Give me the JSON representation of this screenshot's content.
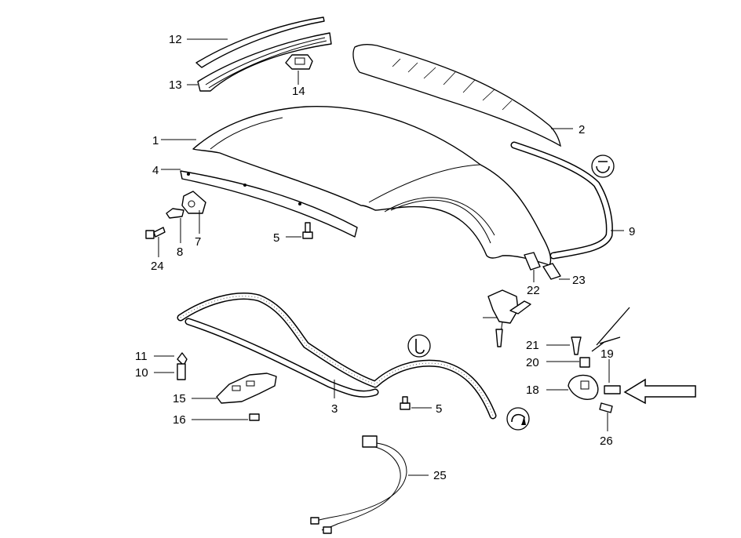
{
  "callouts": [
    {
      "id": "c12",
      "text": "12"
    },
    {
      "id": "c13",
      "text": "13"
    },
    {
      "id": "c14",
      "text": "14"
    },
    {
      "id": "c1",
      "text": "1"
    },
    {
      "id": "c2",
      "text": "2"
    },
    {
      "id": "c4",
      "text": "4"
    },
    {
      "id": "c9",
      "text": "9"
    },
    {
      "id": "c7",
      "text": "7"
    },
    {
      "id": "c8",
      "text": "8"
    },
    {
      "id": "c24",
      "text": "24"
    },
    {
      "id": "c5a",
      "text": "5"
    },
    {
      "id": "c22",
      "text": "22"
    },
    {
      "id": "c23",
      "text": "23"
    },
    {
      "id": "c11",
      "text": "11"
    },
    {
      "id": "c10",
      "text": "10"
    },
    {
      "id": "c15",
      "text": "15"
    },
    {
      "id": "c16",
      "text": "16"
    },
    {
      "id": "c3",
      "text": "3"
    },
    {
      "id": "c5b",
      "text": "5"
    },
    {
      "id": "c21",
      "text": "21"
    },
    {
      "id": "c20",
      "text": "20"
    },
    {
      "id": "c19",
      "text": "19"
    },
    {
      "id": "c18",
      "text": "18"
    },
    {
      "id": "c26",
      "text": "26"
    },
    {
      "id": "c25",
      "text": "25"
    }
  ],
  "icons": [
    "clip-symbol-icon",
    "hook-symbol-icon",
    "rotate-symbol-icon",
    "arrow-right-icon",
    "arrow-diagonal-icon"
  ]
}
